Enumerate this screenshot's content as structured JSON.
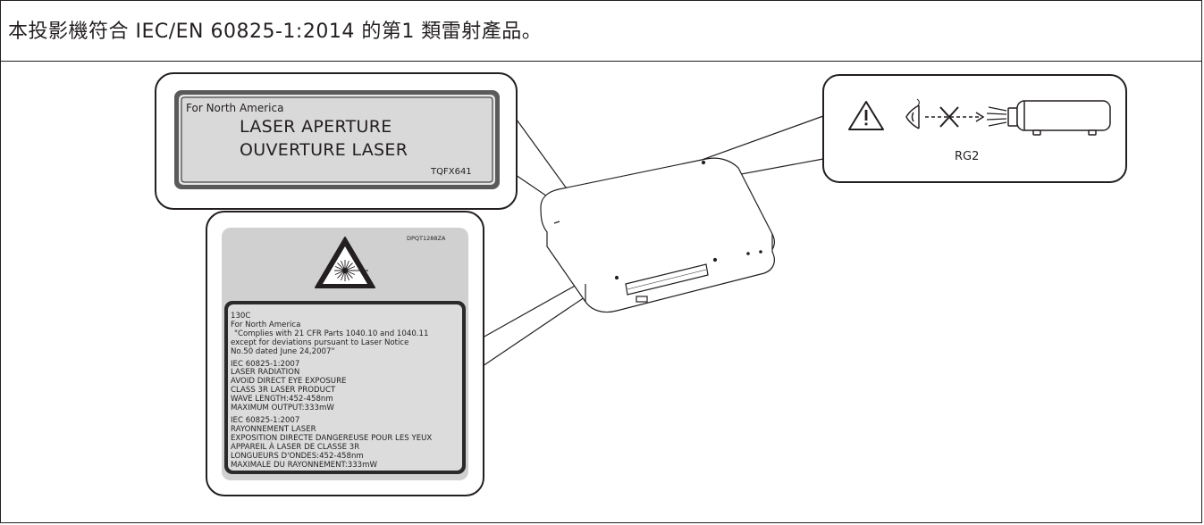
{
  "header": {
    "title": "本投影機符合 IEC/EN 60825-1:2014 的第1 類雷射產品。"
  },
  "aperture_label": {
    "region": "For North America",
    "line1": "LASER APERTURE",
    "line2": "OUVERTURE LASER",
    "code": "TQFX641"
  },
  "warning_label": {
    "code": "DPQT1288ZA",
    "icon": "laser-hazard-icon",
    "lines": [
      "130C",
      "For North America",
      "\"Complies with 21 CFR Parts 1040.10 and 1040.11",
      "except for deviations pursuant to Laser Notice",
      "No.50 dated June 24,2007\"",
      "IEC 60825-1:2007",
      "LASER RADIATION",
      "AVOID DIRECT EYE EXPOSURE",
      "CLASS 3R LASER PRODUCT",
      "WAVE LENGTH:452-458nm",
      "MAXIMUM OUTPUT:333mW",
      "IEC 60825-1:2007",
      "RAYONNEMENT LASER",
      "EXPOSITION DIRECTE DANGEREUSE POUR LES YEUX",
      "APPAREIL À LASER DE CLASSE 3R",
      "LONGUEURS D'ONDES:452-458nm",
      "MAXIMALE DU RAYONNEMENT:333mW"
    ]
  },
  "rg2_label": {
    "text": "RG2",
    "icons": [
      "warning-triangle-icon",
      "eye-icon",
      "cross-icon",
      "light-beam-icon",
      "projector-icon"
    ]
  },
  "colors": {
    "line": "#231f20",
    "label_bg": "#d9d9d9",
    "label_outer": "#e6e6e6",
    "warning_bg": "#d0d0d0"
  }
}
